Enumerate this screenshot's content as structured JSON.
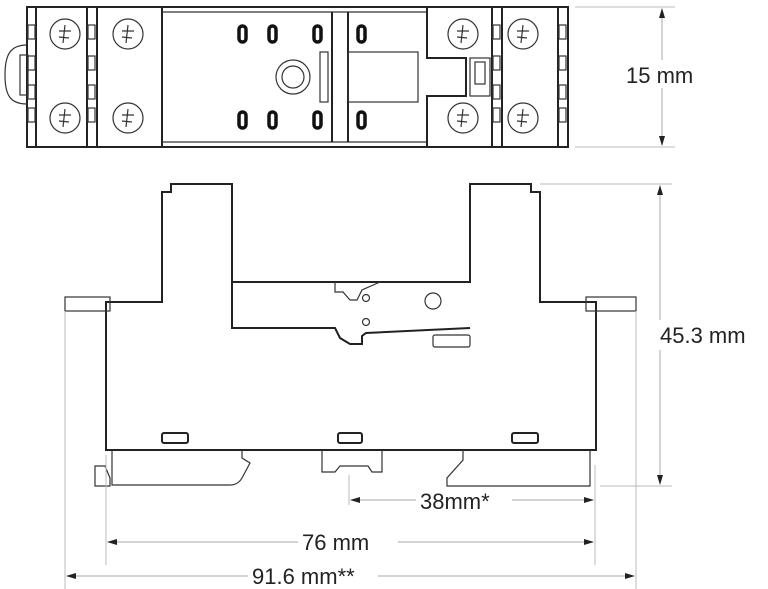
{
  "drawing": {
    "title": "Relay socket dimensional drawing",
    "views": [
      "top-view",
      "side-view"
    ],
    "dimensions": {
      "height_top_view": "15 mm",
      "height_side_view": "45.3 mm",
      "rail_offset": "38mm*",
      "body_width": "76 mm",
      "overall_width": "91.6 mm**"
    }
  }
}
